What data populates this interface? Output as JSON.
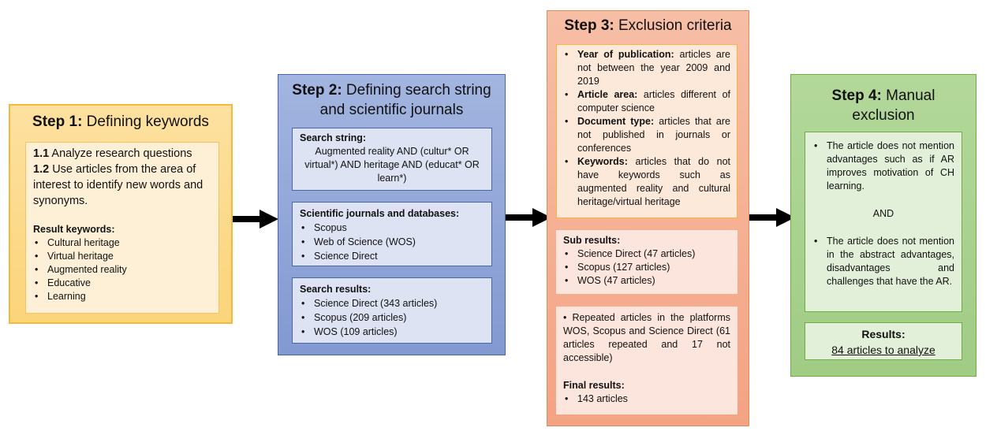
{
  "step1": {
    "title_bold": "Step 1:",
    "title_rest": " Defining keywords",
    "items": [
      {
        "num": "1.1",
        "text": " Analyze research questions"
      },
      {
        "num": "1.2",
        "text": " Use articles from the area of interest to identify new words and synonyms."
      }
    ],
    "result_heading": "Result keywords:",
    "keywords": [
      "Cultural heritage",
      "Virtual heritage",
      "Augmented reality",
      "Educative",
      "Learning"
    ]
  },
  "step2": {
    "title_bold": "Step 2:",
    "title_rest": " Defining search string and scientific journals",
    "search_string_heading": "Search string:",
    "search_string": "Augmented reality AND (cultur* OR virtual*) AND heritage AND (educat* OR learn*)",
    "journals_heading": "Scientific journals and databases:",
    "journals": [
      "Scopus",
      "Web of Science (WOS)",
      "Science Direct"
    ],
    "results_heading": "Search results:",
    "results": [
      "Science Direct (343 articles)",
      "Scopus (209 articles)",
      "WOS (109 articles)"
    ]
  },
  "step3": {
    "title_bold": "Step 3:",
    "title_rest": " Exclusion criteria",
    "criteria": [
      {
        "label": "Year of publication:",
        "text": " articles are not between the year 2009 and 2019"
      },
      {
        "label": "Article area:",
        "text": " articles different of computer science"
      },
      {
        "label": "Document type:",
        "text": " articles that are not published in journals or conferences"
      },
      {
        "label": "Keywords:",
        "text": " articles that do not have keywords such as augmented reality and cultural heritage/virtual heritage"
      }
    ],
    "sub_heading": "Sub results:",
    "sub_results": [
      "Science Direct (47 articles)",
      "Scopus (127 articles)",
      "WOS (47 articles)"
    ],
    "repeated_text": "Repeated articles in the platforms WOS, Scopus and Science Direct (61 articles repeated and 17 not accessible)",
    "final_heading": "Final results:",
    "final_results": [
      "143 articles"
    ]
  },
  "step4": {
    "title_bold": "Step 4:",
    "title_rest": " Manual exclusion",
    "criteria": [
      "The article does not mention advantages such as if AR improves motivation of CH learning.",
      "The article does not mention in the abstract advantages, disadvantages and challenges that have the AR."
    ],
    "connector": "AND",
    "results_heading": "Results:",
    "results_value": "84 articles to analyze"
  },
  "colors": {
    "step1_fill": "#fdd78a",
    "step1_border": "#f5b83a",
    "step1_inner": "#fdf0d6",
    "step2_fill": "#8fa5d8",
    "step2_border": "#4a65a8",
    "step2_inner": "#dde3f3",
    "step3_fill": "#f6b49a",
    "step3_border": "#e08a5e",
    "step3_inner": "#fbe5dc",
    "step3_highlight": "#fde9d9",
    "step4_fill": "#a9d18e",
    "step4_border": "#70ad47",
    "step4_inner": "#e2f0d9"
  }
}
